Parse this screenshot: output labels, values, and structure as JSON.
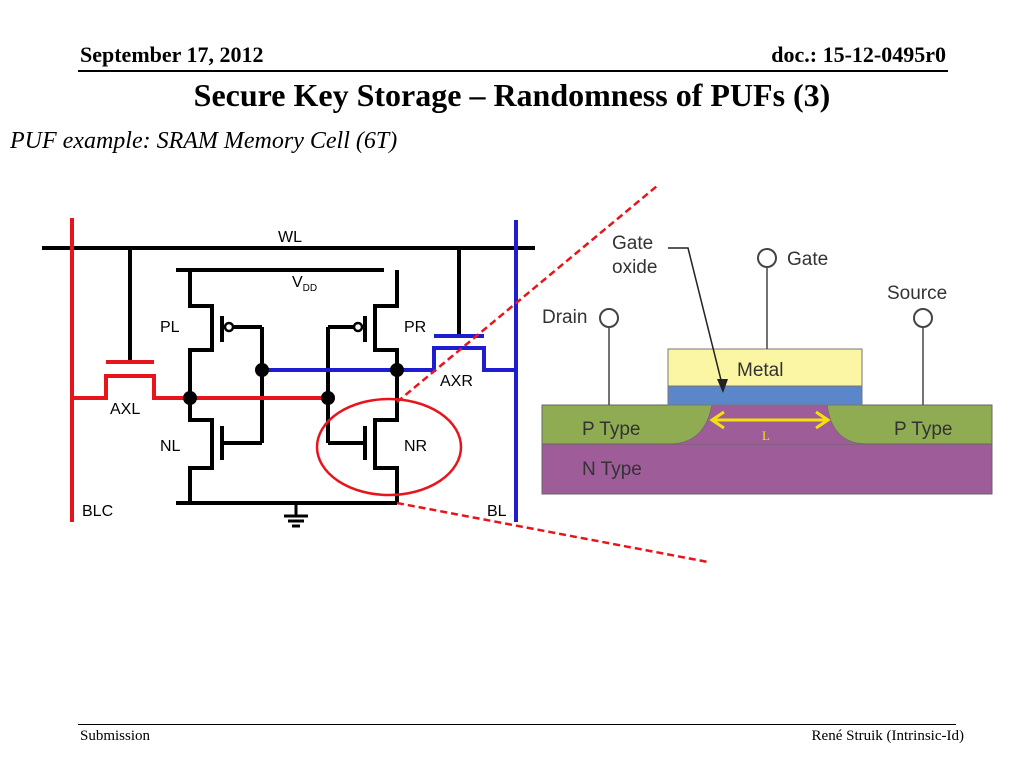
{
  "header": {
    "date": "September 17, 2012",
    "doc": "doc.: 15-12-0495r0"
  },
  "title": "Secure Key Storage – Randomness of PUFs (3)",
  "subtitle": "PUF example: SRAM Memory Cell (6T)",
  "circuit": {
    "wl": "WL",
    "vdd": "V",
    "vdd_sub": "DD",
    "pl": "PL",
    "pr": "PR",
    "nl": "NL",
    "nr": "NR",
    "axl": "AXL",
    "axr": "AXR",
    "blc": "BLC",
    "bl": "BL"
  },
  "mosfet": {
    "gate_oxide_1": "Gate",
    "gate_oxide_2": "oxide",
    "gate": "Gate",
    "source": "Source",
    "drain": "Drain",
    "metal": "Metal",
    "p_type_left": "P Type",
    "p_type_right": "P Type",
    "n_type": "N Type",
    "length": "L"
  },
  "colors": {
    "red": "#e8141c",
    "blue": "#1e1ed0",
    "metal": "#fbf6a3",
    "oxide": "#5b86c9",
    "p_type": "#8fac52",
    "n_type": "#9e5c98",
    "arrow": "#f2e20a"
  },
  "footer": {
    "left": "Submission",
    "right": "René Struik (Intrinsic-Id)"
  }
}
